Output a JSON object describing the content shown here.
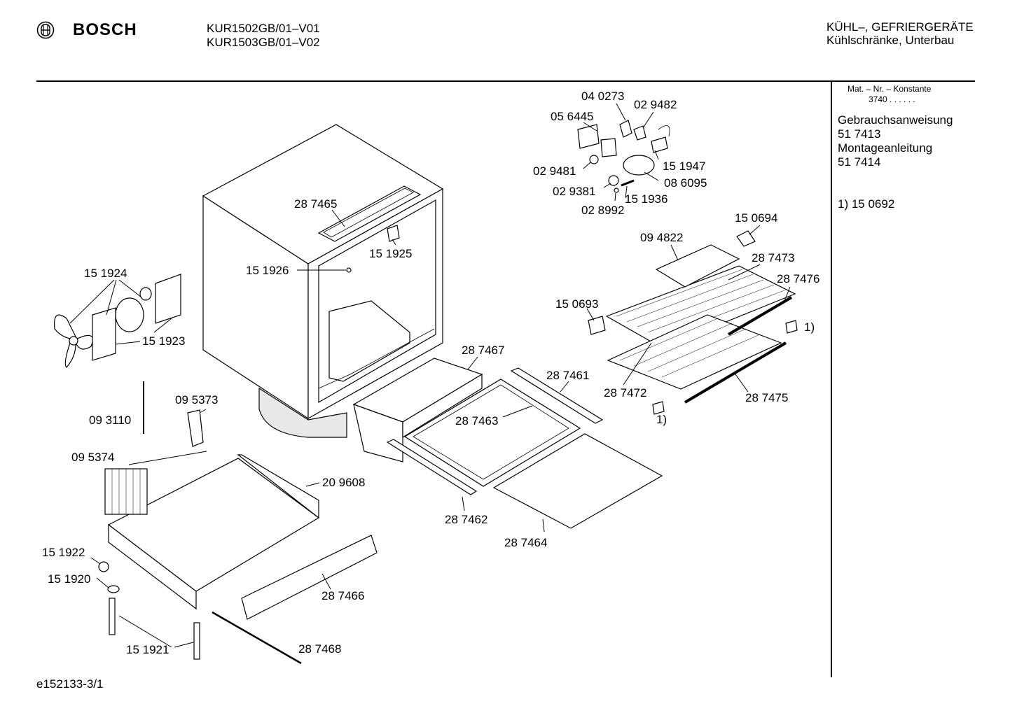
{
  "header": {
    "brand": "BOSCH",
    "models": [
      "KUR1502GB/01–V01",
      "KUR1503GB/01–V02"
    ],
    "category": "KÜHL–, GEFRIERGERÄTE",
    "subcategory": "Kühlschränke, Unterbau"
  },
  "sidebar": {
    "mat_label": "Mat. – Nr. – Konstante",
    "mat_value": "3740  .  .  .  .  .  .",
    "doc1_label": "Gebrauchsanweisung",
    "doc1_number": "51 7413",
    "doc2_label": "Montageanleitung",
    "doc2_number": "51 7414",
    "footnote": "1)  15 0692"
  },
  "footer": {
    "drawing_id": "e152133-3/1"
  },
  "parts": [
    "04 0273",
    "02 9482",
    "05 6445",
    "02 9481",
    "15 1947",
    "02 9381",
    "08 6095",
    "15 1936",
    "02 8992",
    "28 7465",
    "15 1925",
    "15 0694",
    "09 4822",
    "28 7473",
    "15 1926",
    "15 1924",
    "28 7476",
    "15 0693",
    "1)",
    "15 1923",
    "28 7467",
    "28 7461",
    "28 7472",
    "28 7475",
    "1)",
    "28 7463",
    "09 5373",
    "09 3110",
    "09 5374",
    "20 9608",
    "28 7462",
    "28 7464",
    "15 1922",
    "15 1920",
    "28 7466",
    "28 7468",
    "15 1921"
  ]
}
